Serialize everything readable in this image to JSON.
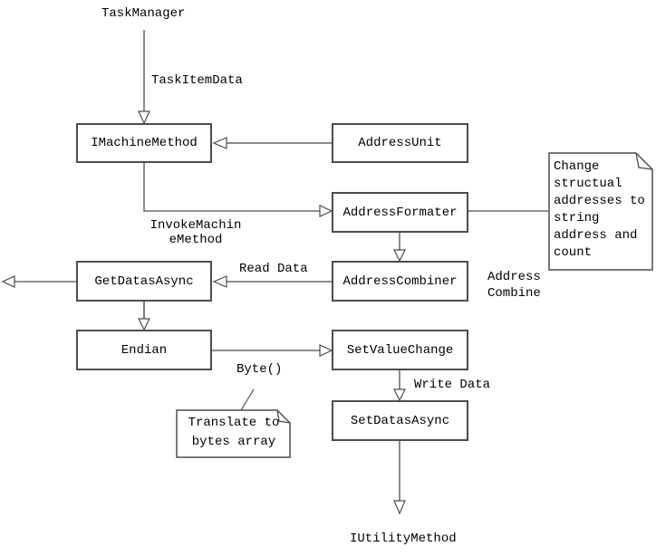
{
  "diagram": {
    "nodes": {
      "task_manager": {
        "label": "TaskManager"
      },
      "imachine_method": {
        "label": "IMachineMethod"
      },
      "address_unit": {
        "label": "AddressUnit"
      },
      "address_formater": {
        "label": "AddressFormater"
      },
      "address_combiner": {
        "label": "AddressCombiner"
      },
      "get_datas_async": {
        "label": "GetDatasAsync"
      },
      "endian": {
        "label": "Endian"
      },
      "set_value_change": {
        "label": "SetValueChange"
      },
      "set_datas_async": {
        "label": "SetDatasAsync"
      },
      "iutility_method": {
        "label": "IUtilityMethod"
      }
    },
    "edge_labels": {
      "task_item_data": "TaskItemData",
      "invoke_machine_method": "InvokeMachin\neMethod",
      "read_data": "Read Data",
      "address_combine": "Address\nCombine",
      "byte": "Byte()",
      "write_data": "Write Data"
    },
    "notes": {
      "change_structual": {
        "text": "Change\nstructual\naddresses to\nstring\naddress and\ncount"
      },
      "translate_bytes": {
        "text": "Translate to\nbytes array"
      }
    },
    "edges": [
      {
        "from": "TaskManager",
        "to": "IMachineMethod",
        "label": "TaskItemData"
      },
      {
        "from": "AddressUnit",
        "to": "IMachineMethod",
        "label": ""
      },
      {
        "from": "IMachineMethod",
        "to": "AddressFormater",
        "label": "InvokeMachin eMethod"
      },
      {
        "from": "AddressFormater",
        "to": "note: Change structual addresses to string address and count",
        "label": ""
      },
      {
        "from": "AddressFormater",
        "to": "AddressCombiner",
        "label": "Address Combine"
      },
      {
        "from": "AddressCombiner",
        "to": "GetDatasAsync",
        "label": "Read Data"
      },
      {
        "from": "GetDatasAsync",
        "to": "(left edge)",
        "label": ""
      },
      {
        "from": "GetDatasAsync",
        "to": "Endian",
        "label": ""
      },
      {
        "from": "Endian",
        "to": "SetValueChange",
        "label": "Byte()"
      },
      {
        "from": "SetValueChange",
        "to": "SetDatasAsync",
        "label": "Write Data"
      },
      {
        "from": "SetDatasAsync",
        "to": "IUtilityMethod",
        "label": ""
      },
      {
        "from": "note: Translate to bytes array",
        "to": "Byte()",
        "label": ""
      }
    ],
    "colors": {
      "background": "#ffffff",
      "box_border": "#4d4d4d",
      "connector_dark": "#4d4d4d",
      "connector_gray": "#8a8a8a",
      "text": "#000000"
    }
  }
}
